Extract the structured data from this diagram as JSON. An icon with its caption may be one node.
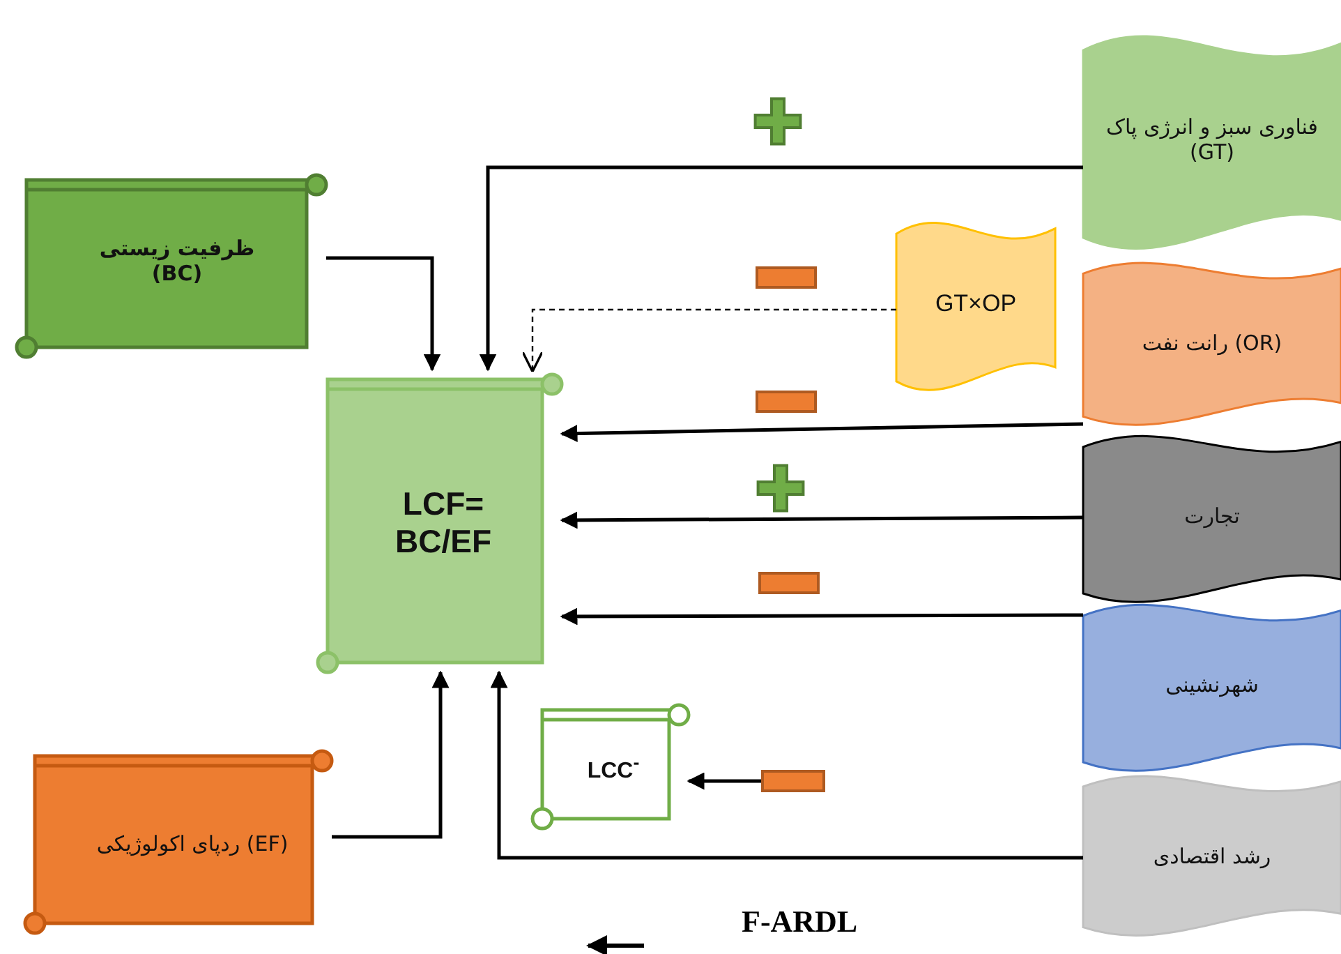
{
  "diagram": {
    "nodes": [
      {
        "text": [
          "ظرفیت زیستی (BC)"
        ]
      },
      {
        "text": [
          "LCF= BC/EF"
        ]
      },
      {
        "text": [
          "ردپای اکولوژیکی (EF)"
        ]
      },
      {
        "text": [
          "LCC$^{-}$"
        ]
      },
      {
        "text": [
          "فناوری سبز و انرژی پاک (GT)"
        ]
      },
      {
        "text": [
          "GT×OP"
        ]
      },
      {
        "text": [
          "رانت نفت (OR)"
        ]
      },
      {
        "text": [
          "تجارت"
        ]
      },
      {
        "text": [
          "شهرنشینی"
        ]
      },
      {
        "text": [
          "رشد اقتصادی"
        ]
      },
      {
        "text": [],
        "shape": "bar"
      }
    ],
    "edges": [
      {
        "from": 0,
        "to": 1,
        "arrow": "to"
      },
      {
        "from": 4,
        "to": 1,
        "arrow": "to"
      },
      {
        "from": 5,
        "to": 1,
        "arrow": "to",
        "style": "dashed"
      },
      {
        "from": 6,
        "to": 1,
        "arrow": "to"
      },
      {
        "from": 7,
        "to": 1,
        "arrow": "to"
      },
      {
        "from": 8,
        "to": 1,
        "arrow": "to"
      },
      {
        "from": 2,
        "to": 1,
        "arrow": "to"
      },
      {
        "from": 9,
        "to": 1,
        "arrow": "to"
      },
      {
        "from": 10,
        "to": 3,
        "arrow": "to"
      }
    ],
    "legend": [
      {
        "text": "F-ARDL"
      }
    ]
  }
}
